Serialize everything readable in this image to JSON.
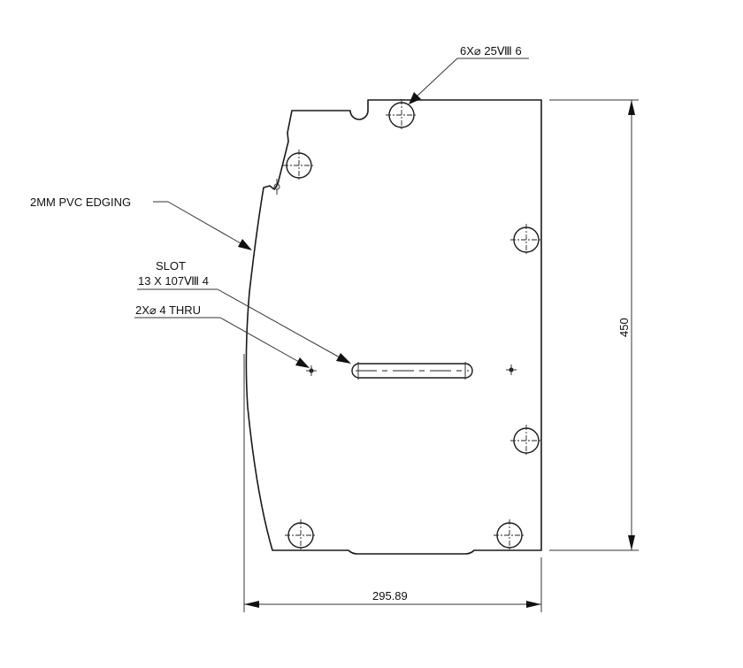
{
  "drawing": {
    "colors": {
      "line": "#1a1a1a",
      "text": "#111111",
      "background": "#ffffff"
    },
    "callouts": {
      "holes_6x": "6X⌀ 25Ⅷ 6",
      "pvc_edging": "2MM PVC EDGING",
      "slot_title": "SLOT",
      "slot_spec": "13 X 107Ⅷ 4",
      "thru_holes": "2X⌀ 4 THRU"
    },
    "dimensions": {
      "height": "450",
      "width": "295.89"
    }
  }
}
